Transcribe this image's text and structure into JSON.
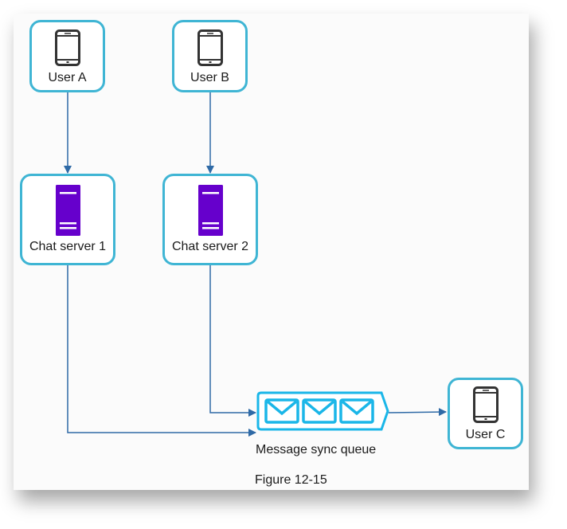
{
  "nodes": {
    "user_a": {
      "label": "User A",
      "icon": "mobile-phone-icon"
    },
    "user_b": {
      "label": "User B",
      "icon": "mobile-phone-icon"
    },
    "user_c": {
      "label": "User C",
      "icon": "mobile-phone-icon"
    },
    "chat_server_1": {
      "label": "Chat server 1",
      "icon": "server-icon"
    },
    "chat_server_2": {
      "label": "Chat server 2",
      "icon": "server-icon"
    },
    "queue": {
      "label": "Message sync queue",
      "icon": "message-queue-icon"
    }
  },
  "edges": [
    {
      "from": "User A",
      "to": "Chat server 1"
    },
    {
      "from": "User B",
      "to": "Chat server 2"
    },
    {
      "from": "Chat server 1",
      "to": "Message sync queue"
    },
    {
      "from": "Chat server 2",
      "to": "Message sync queue"
    },
    {
      "from": "Message sync queue",
      "to": "User C"
    }
  ],
  "caption": "Figure 12-15",
  "colors": {
    "node_border": "#3fb5d4",
    "server": "#6600cc",
    "queue": "#1ab6e8",
    "arrow": "#2f6aa6"
  }
}
